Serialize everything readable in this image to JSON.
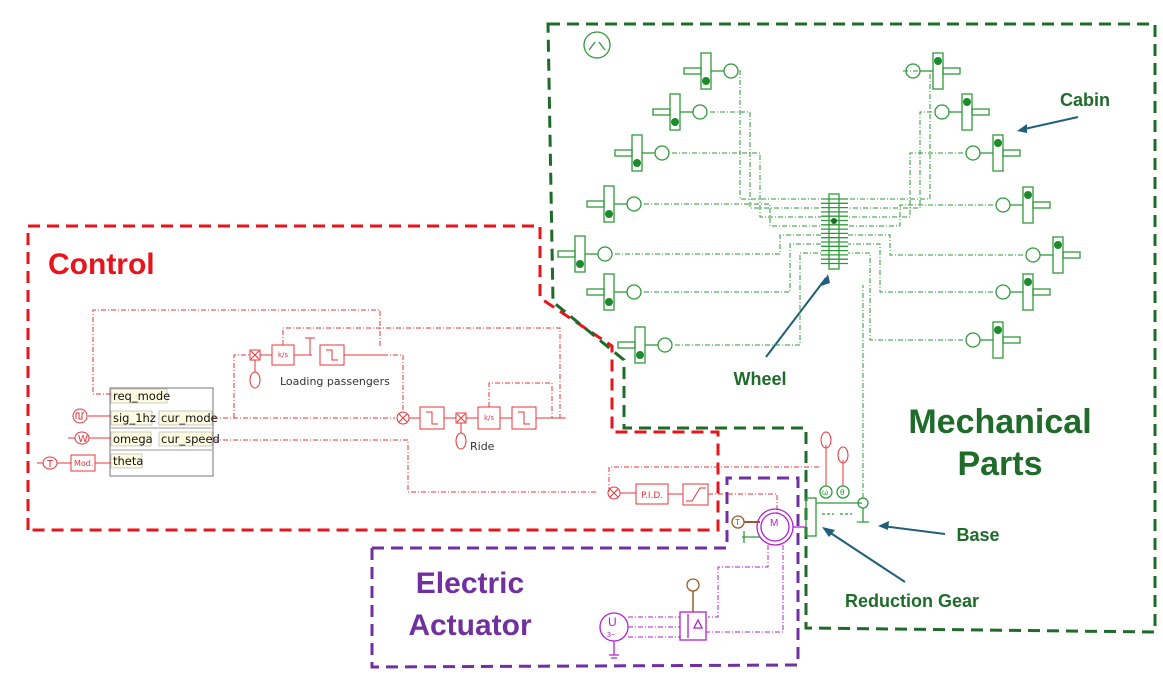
{
  "regions": {
    "control": {
      "title": "Control",
      "color": "#e8141b"
    },
    "mechanical": {
      "title_line1": "Mechanical",
      "title_line2": "Parts",
      "color": "#1e6b2a"
    },
    "electric": {
      "title_line1": "Electric",
      "title_line2": "Actuator",
      "color": "#7030a0"
    }
  },
  "annotations": {
    "cabin": "Cabin",
    "wheel": "Wheel",
    "base": "Base",
    "reduction_gear": "Reduction Gear",
    "arrow_color": "#1f5f7a"
  },
  "control_block": {
    "inputs": [
      "req_mode",
      "sig_1hz",
      "omega",
      "theta"
    ],
    "outputs": [
      "cur_mode",
      "cur_speed"
    ]
  },
  "control_labels": {
    "loading": "Loading passengers",
    "ride": "Ride",
    "pid": "P.I.D.",
    "mod": "Mod.",
    "integrator": "k/s",
    "sensor_w": "W",
    "sensor_t": "T"
  },
  "mechanical_labels": {
    "omega": "ω",
    "theta": "θ"
  },
  "electric_labels": {
    "motor": "M",
    "source": "U",
    "source_sub": "3~",
    "torque_sensor": "T"
  }
}
